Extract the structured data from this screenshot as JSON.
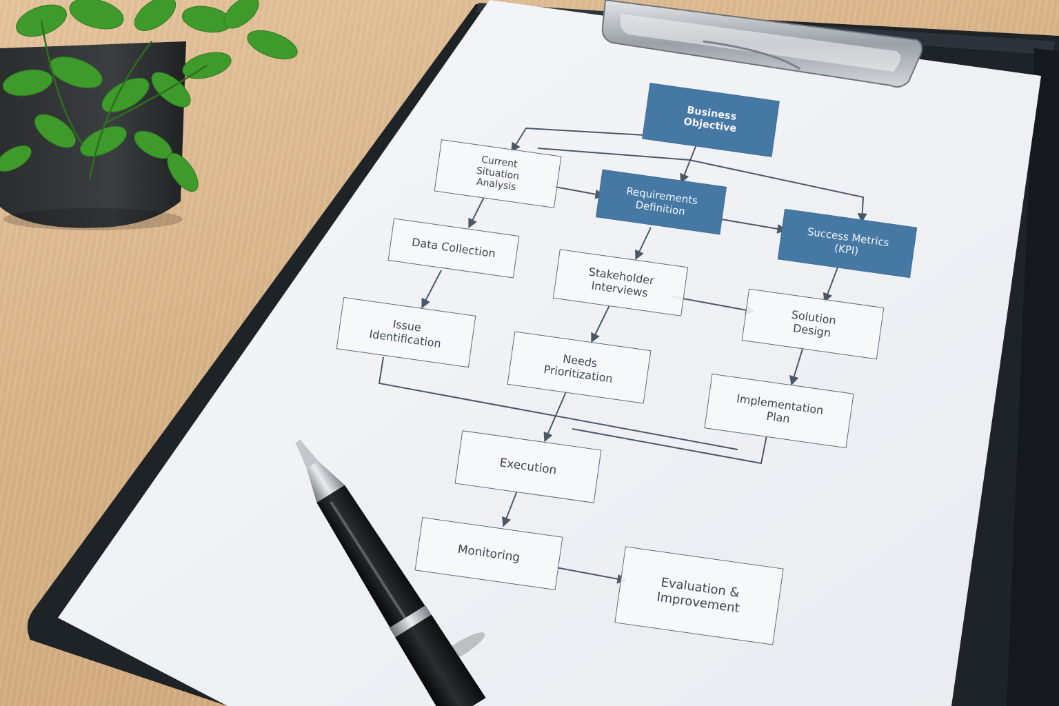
{
  "diagram": {
    "nodes": {
      "business_objective": "Business\nObjective",
      "current_situation": "Current\nSituation\nAnalysis",
      "requirements_definition": "Requirements\nDefinition",
      "success_metrics": "Success Metrics\n(KPI)",
      "data_collection": "Data Collection",
      "stakeholder_interviews": "Stakeholder\nInterviews",
      "solution_design": "Solution\nDesign",
      "issue_identification": "Issue\nIdentification",
      "needs_prioritization": "Needs\nPrioritization",
      "implementation_plan": "Implementation\nPlan",
      "execution": "Execution",
      "monitoring": "Monitoring",
      "evaluation_improvement": "Evaluation &\nImprovement"
    }
  },
  "colors": {
    "accent_box": "#4678a4",
    "line": "#4b5866",
    "paper": "#f1f2f6",
    "clipboard": "#242a31",
    "plant_leaf": "#3f9a2c"
  },
  "icons": [
    "plant-pot-icon",
    "pen-icon",
    "clipboard-clip-icon"
  ]
}
